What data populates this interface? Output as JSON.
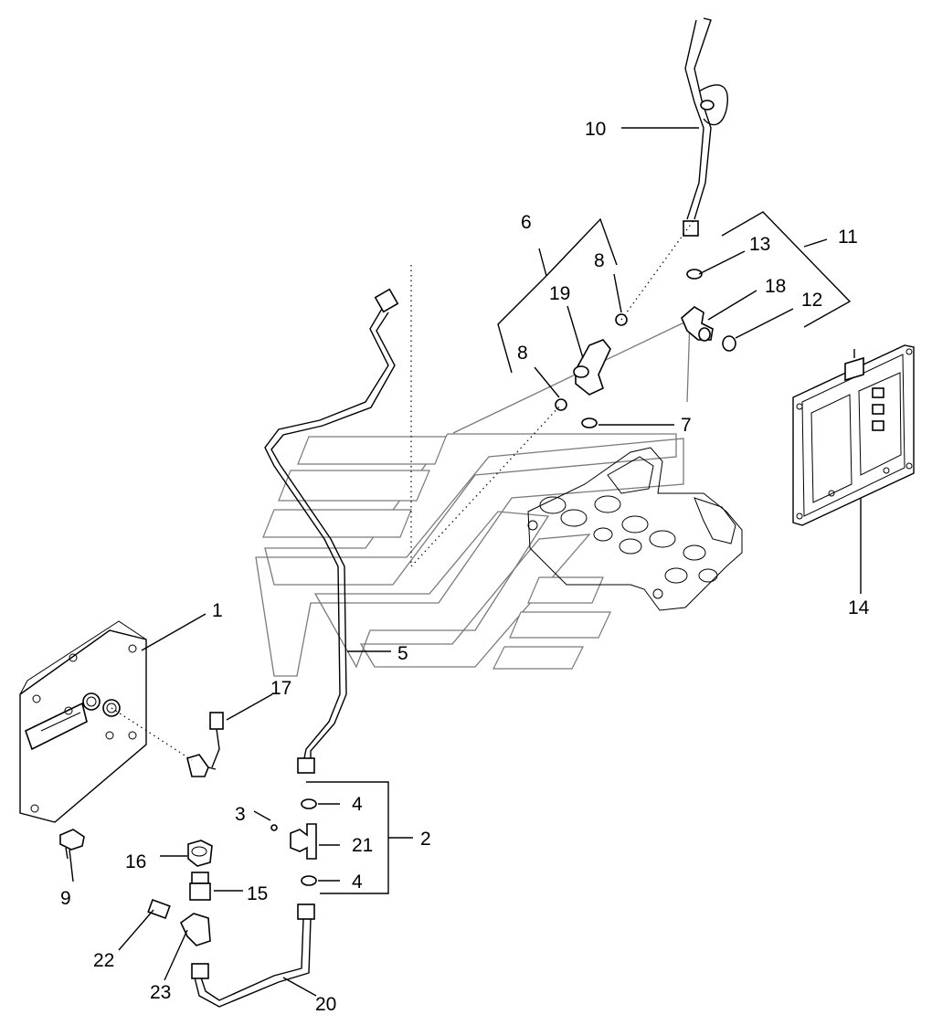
{
  "diagram": {
    "callouts": [
      {
        "id": "c1",
        "label": "1"
      },
      {
        "id": "c2",
        "label": "2"
      },
      {
        "id": "c3",
        "label": "3"
      },
      {
        "id": "c4a",
        "label": "4"
      },
      {
        "id": "c4b",
        "label": "4"
      },
      {
        "id": "c5",
        "label": "5"
      },
      {
        "id": "c6",
        "label": "6"
      },
      {
        "id": "c7",
        "label": "7"
      },
      {
        "id": "c8a",
        "label": "8"
      },
      {
        "id": "c8b",
        "label": "8"
      },
      {
        "id": "c9",
        "label": "9"
      },
      {
        "id": "c10",
        "label": "10"
      },
      {
        "id": "c11",
        "label": "11"
      },
      {
        "id": "c12",
        "label": "12"
      },
      {
        "id": "c13",
        "label": "13"
      },
      {
        "id": "c14",
        "label": "14"
      },
      {
        "id": "c15",
        "label": "15"
      },
      {
        "id": "c16",
        "label": "16"
      },
      {
        "id": "c17",
        "label": "17"
      },
      {
        "id": "c18",
        "label": "18"
      },
      {
        "id": "c19",
        "label": "19"
      },
      {
        "id": "c20",
        "label": "20"
      },
      {
        "id": "c21",
        "label": "21"
      },
      {
        "id": "c22",
        "label": "22"
      },
      {
        "id": "c23",
        "label": "23"
      }
    ]
  }
}
